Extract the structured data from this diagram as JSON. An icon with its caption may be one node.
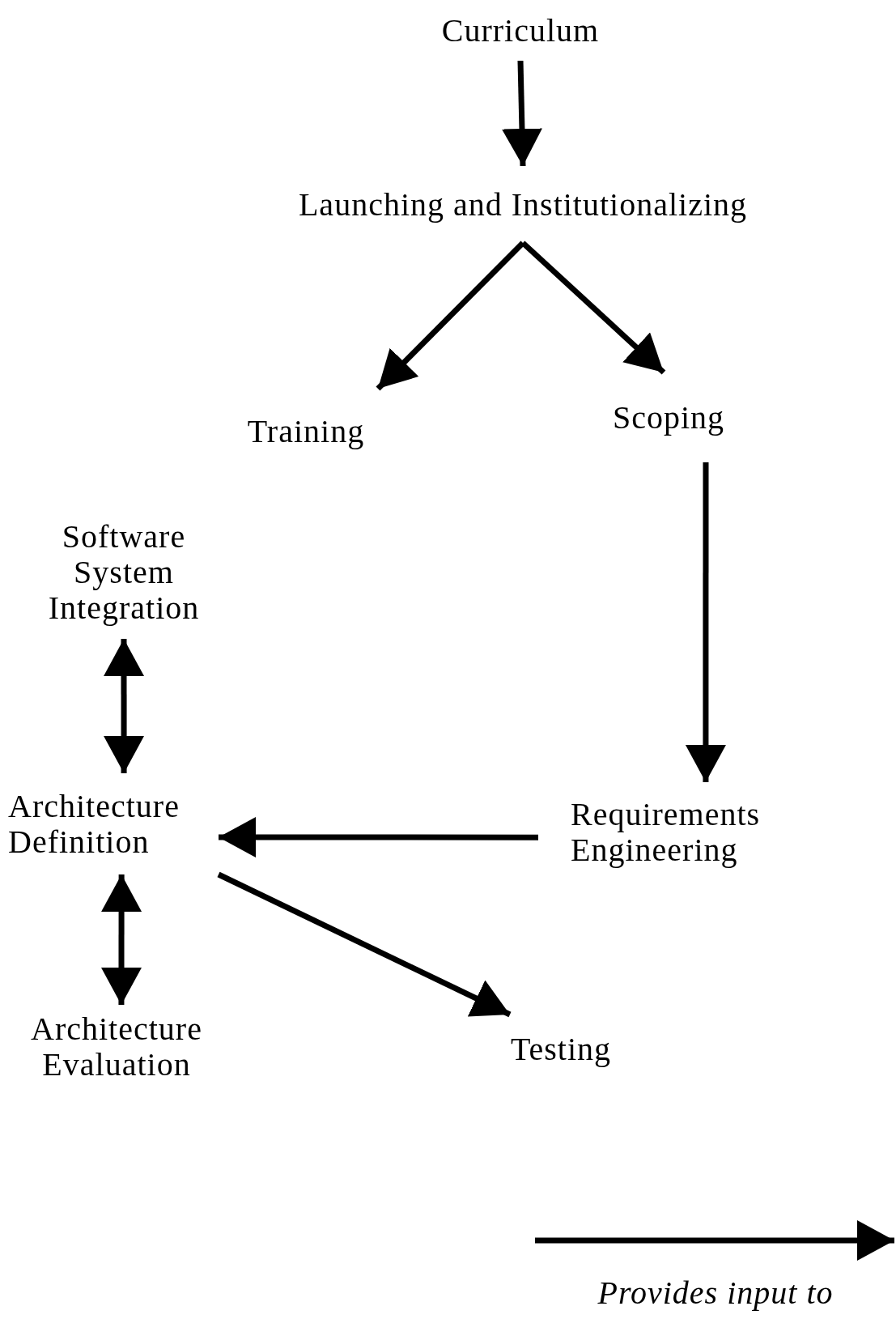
{
  "diagram": {
    "nodes": [
      {
        "text": [
          "Curriculum"
        ]
      },
      {
        "text": [
          "Launching and Institutionalizing"
        ]
      },
      {
        "text": [
          "Training"
        ]
      },
      {
        "text": [
          "Scoping"
        ]
      },
      {
        "text": [
          "Software System Integration"
        ]
      },
      {
        "text": [
          "Architecture Definition"
        ]
      },
      {
        "text": [
          "Requirements Engineering"
        ]
      },
      {
        "text": [
          "Architecture Evaluation"
        ]
      },
      {
        "text": [
          "Testing"
        ]
      }
    ],
    "edges": [
      {
        "from": 0,
        "to": 1,
        "arrow": "to"
      },
      {
        "from": 1,
        "to": 2,
        "arrow": "to"
      },
      {
        "from": 1,
        "to": 3,
        "arrow": "to"
      },
      {
        "from": 3,
        "to": 6,
        "arrow": "to"
      },
      {
        "from": 6,
        "to": 5,
        "arrow": "to"
      },
      {
        "from": 5,
        "to": 8,
        "arrow": "to"
      },
      {
        "from": 4,
        "to": 5,
        "arrow": "both"
      },
      {
        "from": 5,
        "to": 7,
        "arrow": "both"
      }
    ],
    "legend": [
      {
        "text": "Provides input to"
      }
    ]
  }
}
